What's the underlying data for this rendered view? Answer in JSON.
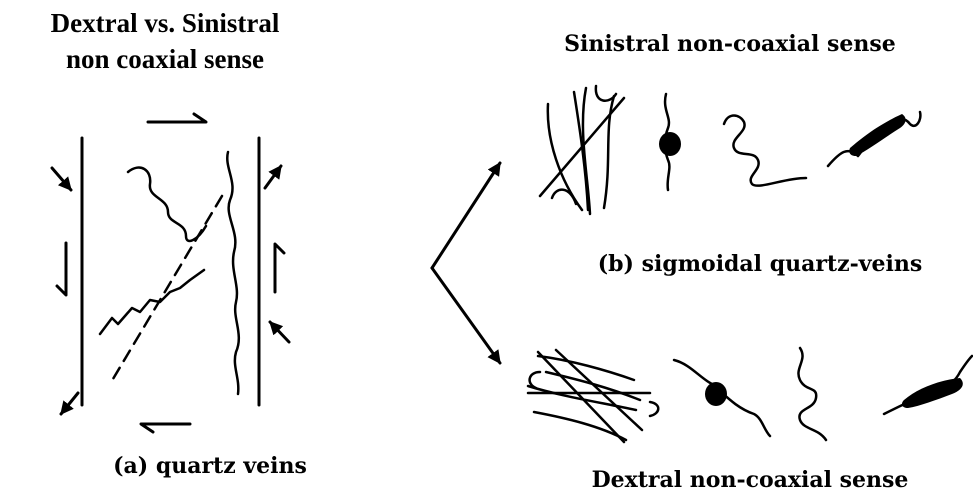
{
  "title": {
    "line1": "Dextral vs. Sinistral",
    "line2": "non coaxial sense"
  },
  "panel_a": {
    "caption": "(a) quartz veins"
  },
  "panel_b": {
    "sinistral_label": "Sinistral non-coaxial sense",
    "caption": "(b) sigmoidal quartz-veins",
    "dextral_label": "Dextral non-coaxial sense"
  },
  "colors": {
    "ink": "#000000",
    "background": "#ffffff"
  }
}
